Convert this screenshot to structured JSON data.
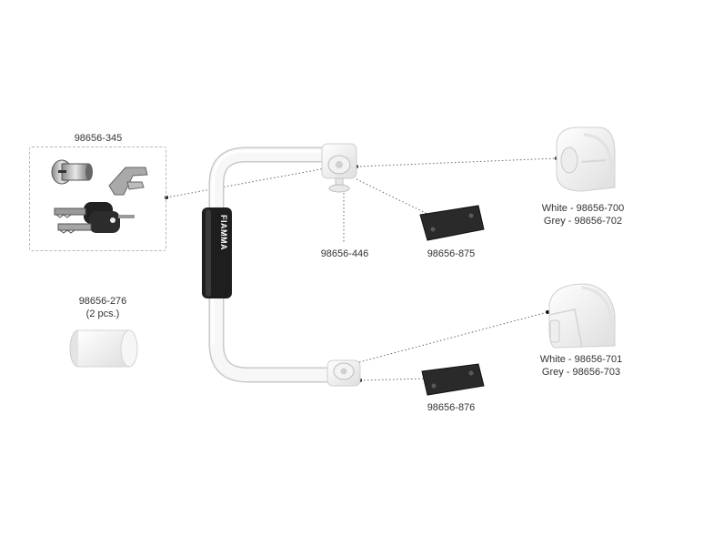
{
  "parts": {
    "lock_kit": {
      "code": "98656-345"
    },
    "end_cap": {
      "code": "98656-276",
      "qty": "(2 pcs.)"
    },
    "top_bracket": {
      "code": "98656-446"
    },
    "top_plate": {
      "code": "98656-875"
    },
    "bottom_plate": {
      "code": "98656-876"
    },
    "top_holder": {
      "white": "White - 98656-700",
      "grey": "Grey - 98656-702"
    },
    "bottom_holder": {
      "white": "White - 98656-701",
      "grey": "Grey - 98656-703"
    }
  },
  "handle": {
    "brand": "FIAMMA"
  },
  "colors": {
    "handle": "#f4f4f4",
    "outline": "#cfcfcf",
    "grip": "#1e1e1e",
    "pad": "#2a2a2a"
  }
}
